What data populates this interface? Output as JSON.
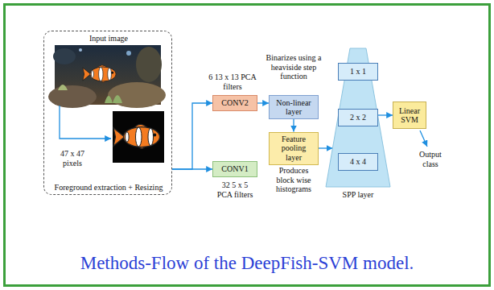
{
  "diagram": {
    "caption": "Methods-Flow of the DeepFish-SVM model.",
    "nodes": [
      {
        "text": [
          "Input image",
          "47 x 47 pixels",
          "Foreground extraction + Resizing"
        ]
      },
      {
        "text": [
          "CONV2"
        ]
      },
      {
        "text": [
          "CONV1"
        ]
      },
      {
        "text": [
          "Non-linear layer"
        ]
      },
      {
        "text": [
          "Feature pooling layer"
        ]
      },
      {
        "text": [
          "SPP layer"
        ]
      },
      {
        "text": [
          "1 x 1"
        ],
        "in": 5
      },
      {
        "text": [
          "2 x 2"
        ],
        "in": 5
      },
      {
        "text": [
          "4 x 4"
        ],
        "in": 5
      },
      {
        "text": [
          "Linear SVM"
        ]
      }
    ],
    "edges": [
      {
        "from": 0,
        "to": 2,
        "arrow": "to"
      },
      {
        "from": 0,
        "to": 1,
        "arrow": "to"
      },
      {
        "from": 1,
        "to": 3,
        "arrow": "to"
      },
      {
        "from": 3,
        "to": 4,
        "arrow": "to"
      },
      {
        "from": 4,
        "to": 5,
        "arrow": "to"
      },
      {
        "from": 5,
        "to": 9,
        "arrow": "to"
      }
    ],
    "labels": [
      "6 13 x 13 PCA filters",
      "32 5 x 5 PCA filters",
      "Binarizes using a heaviside step function",
      "Produces block wise histograms",
      "Output class"
    ]
  }
}
